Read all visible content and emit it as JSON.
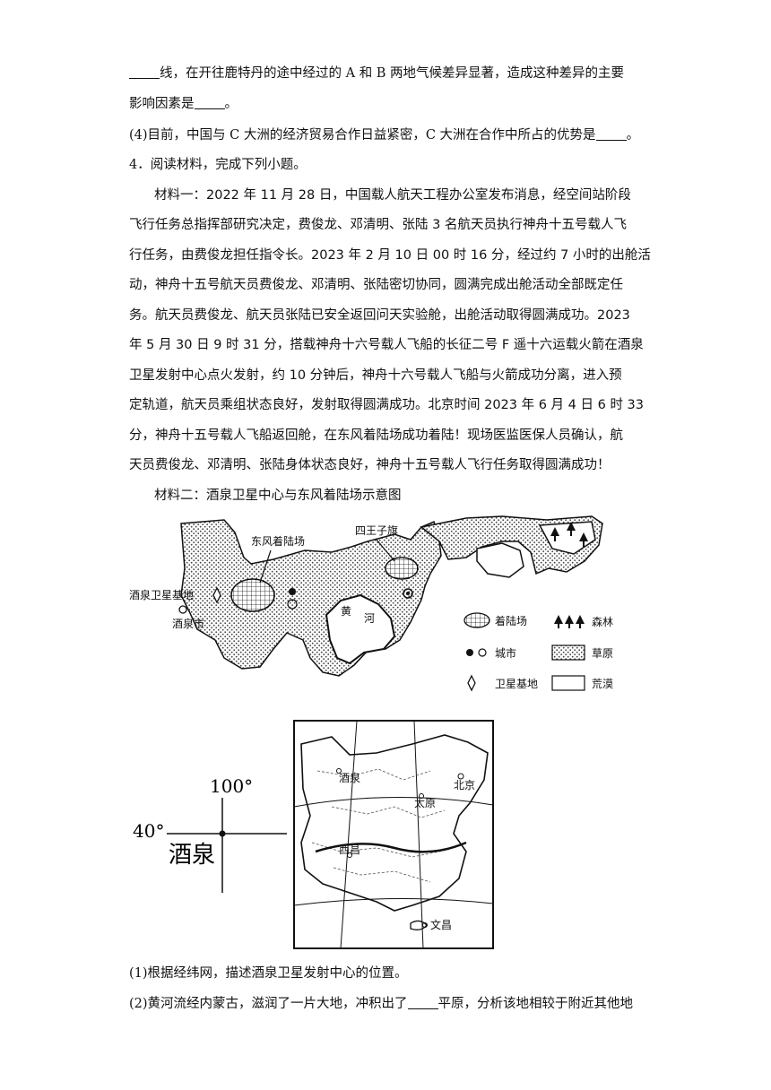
{
  "lines": {
    "l1": "线，在开往鹿特丹的途中经过的 A 和 B 两地气候差异显著，造成这种差异的主要",
    "l2": "影响因素是",
    "l2_end": "。",
    "l3": "(4)目前，中国与 C 大洲的经济贸易合作日益紧密，C 大洲在合作中所占的优势是",
    "l3_end": "。",
    "l4": "4．阅读材料，完成下列小题。",
    "m1": "材料一：2022 年 11 月 28 日，中国载人航天工程办公室发布消息，经空间站阶段",
    "m2": "飞行任务总指挥部研究决定，费俊龙、邓清明、张陆 3 名航天员执行神舟十五号载人飞",
    "m3": "行任务，由费俊龙担任指令长。2023 年 2 月 10 日 00 时 16 分，经过约 7 小时的出舱活",
    "m4": "动，神舟十五号航天员费俊龙、邓清明、张陆密切协同，圆满完成出舱活动全部既定任",
    "m5": "务。航天员费俊龙、航天员张陆已安全返回问天实验舱，出舱活动取得圆满成功。2023",
    "m6": "年 5 月 30 日 9 时 31 分，搭载神舟十六号载人飞船的长征二号 F 遥十六运载火箭在酒泉",
    "m7": "卫星发射中心点火发射，约 10 分钟后，神舟十六号载人飞船与火箭成功分离，进入预",
    "m8": "定轨道，航天员乘组状态良好，发射取得圆满成功。北京时间 2023 年 6 月 4 日 6 时 33",
    "m9": "分，神舟十五号载人飞船返回舱，在东风着陆场成功着陆！现场医监医保人员确认，航",
    "m10": "天员费俊龙、邓清明、张陆身体状态良好，神舟十五号载人飞行任务取得圆满成功！",
    "m11": "材料二：酒泉卫星中心与东风着陆场示意图",
    "q1": "(1)根据经纬网，描述酒泉卫星发射中心的位置。",
    "q2a": "(2)黄河流经内蒙古，滋润了一片大地，冲积出了",
    "q2b": "平原，分析该地相较于附近其他地"
  },
  "map1": {
    "labels": {
      "dongfeng": "东风着陆场",
      "siziwang": "四王子旗",
      "jiuquan_base": "酒泉卫星基地",
      "jiuquan_city": "酒泉市",
      "huanghe_1": "黄",
      "huanghe_2": "河"
    },
    "legend": {
      "landing": "着陆场",
      "forest": "森林",
      "city": "城市",
      "grassland": "草原",
      "base": "卫星基地",
      "desert": "荒漠"
    }
  },
  "map2": {
    "lon": "100°",
    "lat": "40°",
    "place": "酒泉",
    "cities": [
      "酒泉",
      "北京",
      "太原",
      "西昌",
      "文昌"
    ]
  }
}
